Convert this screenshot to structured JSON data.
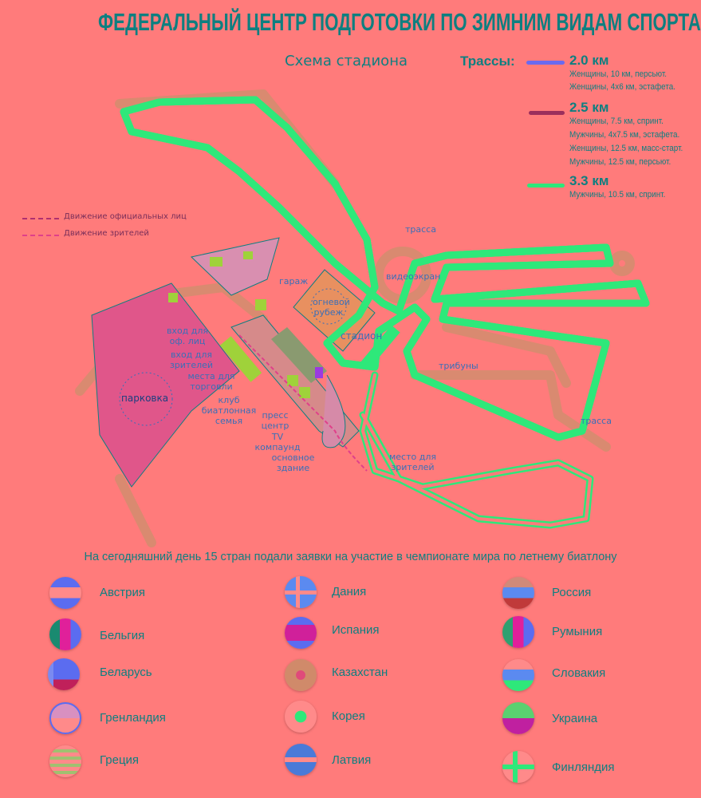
{
  "title": "ФЕДЕРАЛЬНЫЙ ЦЕНТР ПОДГОТОВКИ ПО ЗИМНИМ ВИДАМ СПОРТА “СНЕЖИНКА”",
  "scheme_title": "Схема стадиона",
  "tracks": {
    "heading": "Трассы:",
    "items": [
      {
        "length": "2.0 км",
        "color": "#6a6af0",
        "events": [
          "Женщины, 10 км, персьют.",
          "Женщины, 4х6 км, эстафета."
        ]
      },
      {
        "length": "2.5 км",
        "color": "#9b2f5c",
        "events": [
          "Женщины, 7.5 км, спринт.",
          "Мужчины, 4х7.5 км, эстафета.",
          "Женщины, 12.5 км, масс-старт.",
          "Мужчины, 12.5 км, персьют."
        ]
      },
      {
        "length": "3.3 км",
        "color": "#2ee87a",
        "events": [
          "Мужчины, 10.5 км, спринт."
        ]
      }
    ]
  },
  "movement_legend": [
    "Движение официальных лиц",
    "Движение зрителей"
  ],
  "map_labels": {
    "track1": "трасса",
    "screen": "видеоэкран",
    "garage": "гараж",
    "firing_line": "огневой рубеж",
    "stadium": "стадион",
    "entry_officials": "вход для оф. лиц",
    "entry_spectators": "вход для зрителей",
    "trade": "места для торговли",
    "club": "клуб биатлонная семья",
    "press": "пресс центр",
    "tv": "TV компаунд",
    "main_building": "основное здание",
    "stands": "трибуны",
    "track2": "трасса",
    "spectator_place": "место для зрителей",
    "parking": "парковка"
  },
  "intro": "На сегодняшний день 15 стран подали заявки на участие в чемпионате мира по летнему биатлону",
  "countries": [
    {
      "name": "Австрия",
      "flag": "austria"
    },
    {
      "name": "Бельгия",
      "flag": "belgium"
    },
    {
      "name": "Беларусь",
      "flag": "belarus"
    },
    {
      "name": "Гренландия",
      "flag": "greenland"
    },
    {
      "name": "Греция",
      "flag": "greece"
    },
    {
      "name": "Дания",
      "flag": "denmark"
    },
    {
      "name": "Испания",
      "flag": "spain"
    },
    {
      "name": "Казахстан",
      "flag": "kazakhstan"
    },
    {
      "name": "Корея",
      "flag": "korea"
    },
    {
      "name": "Латвия",
      "flag": "latvia"
    },
    {
      "name": "Россия",
      "flag": "russia"
    },
    {
      "name": "Румыния",
      "flag": "romania"
    },
    {
      "name": "Словакия",
      "flag": "slovakia"
    },
    {
      "name": "Украина",
      "flag": "ukraine"
    },
    {
      "name": "Финляндия",
      "flag": "finland"
    }
  ]
}
